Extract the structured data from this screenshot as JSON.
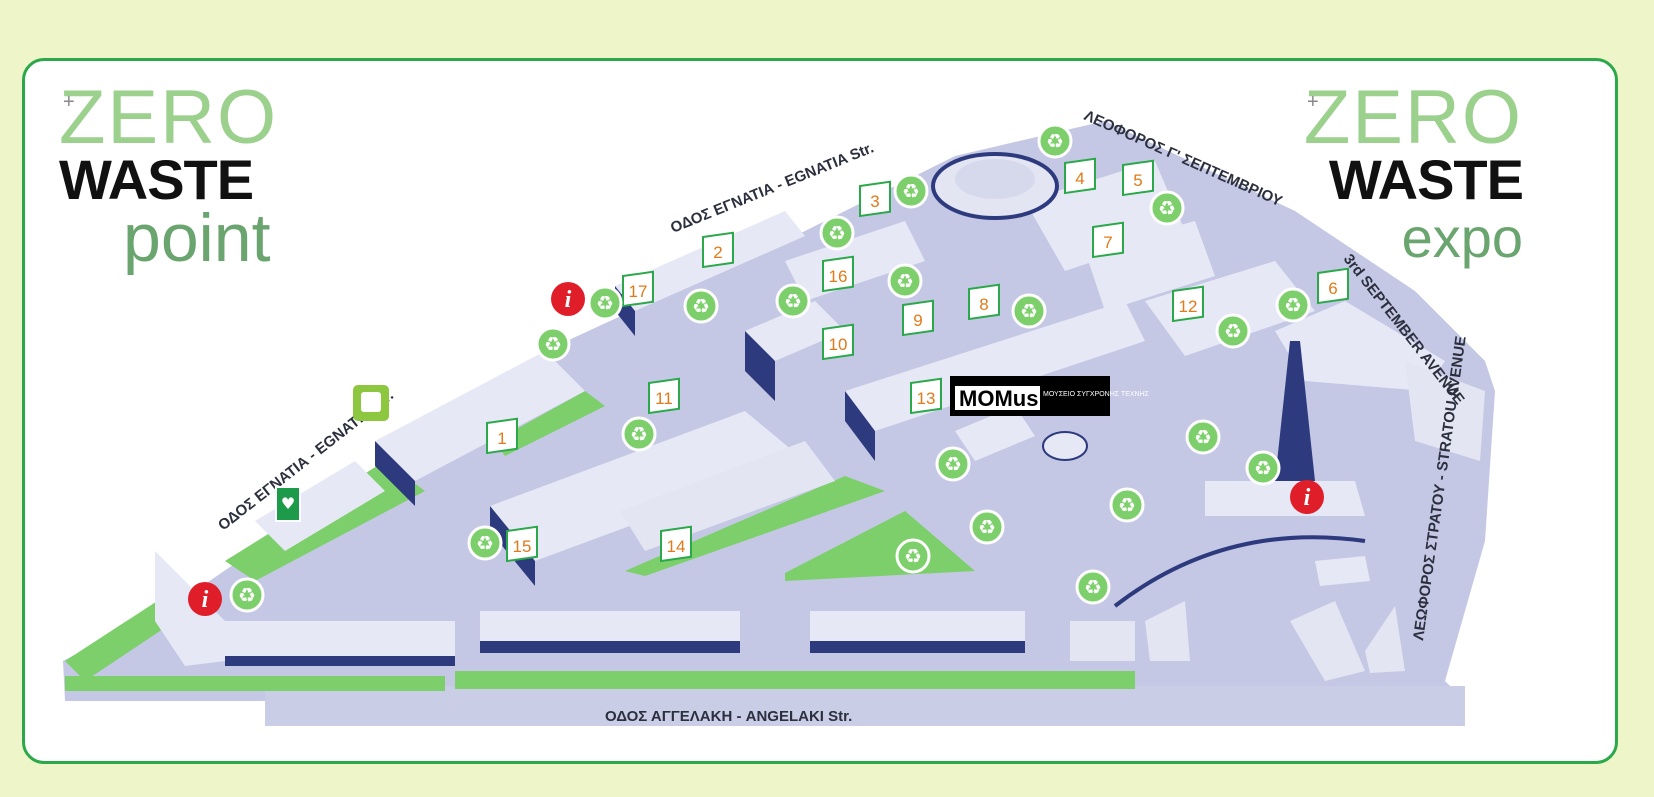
{
  "logo_left": {
    "line1": "ZERO",
    "line2": "WASTE",
    "line3": "point"
  },
  "logo_right": {
    "line1": "ZERO",
    "line2": "WASTE",
    "line3": "expo"
  },
  "roads": {
    "top_egnatia": "ΟΔΟΣ ΕΓΝΑΤΙΑ  -  EGNATIA Str.",
    "left_egnatia": "ΟΔΟΣ ΕΓΝΑΤΙΑ  -  EGNATIA Str.",
    "leoforos_3_sept": "ΛΕΟΦΟΡΟΣ Γ' ΣΕΠΤΕΜΒΡΙΟΥ",
    "third_sept_avenue": "3rd SEPTEMBER AVENUE",
    "stratou": "ΛΕΩΦΟΡΟΣ ΣΤΡΑΤΟΥ  -  STRATOU AVENUE",
    "angelaki": "ΟΔΟΣ ΑΓΓΕΛΑΚΗ  -  ANGELAKI Str."
  },
  "momus": {
    "logo": "MOMus",
    "subtitle": "ΜΟΥΣΕΙΟ ΣΥΓΧΡΟΝΗΣ ΤΕΧΝΗΣ"
  },
  "pavilions": [
    "1",
    "2",
    "3",
    "4",
    "5",
    "6",
    "7",
    "8",
    "9",
    "10",
    "11",
    "12",
    "13",
    "14",
    "15",
    "16",
    "17"
  ],
  "marker_types": {
    "recycle": "recycle-icon",
    "info": "info-icon",
    "bus": "bus-stop-icon",
    "aed": "defibrillator-icon"
  },
  "colors": {
    "background": "#eef5c9",
    "border": "#2aa84a",
    "pavilion_number": "#e07a1a",
    "info": "#e01e2a",
    "bus": "#8dc63f",
    "grass": "#7ccf6a"
  }
}
